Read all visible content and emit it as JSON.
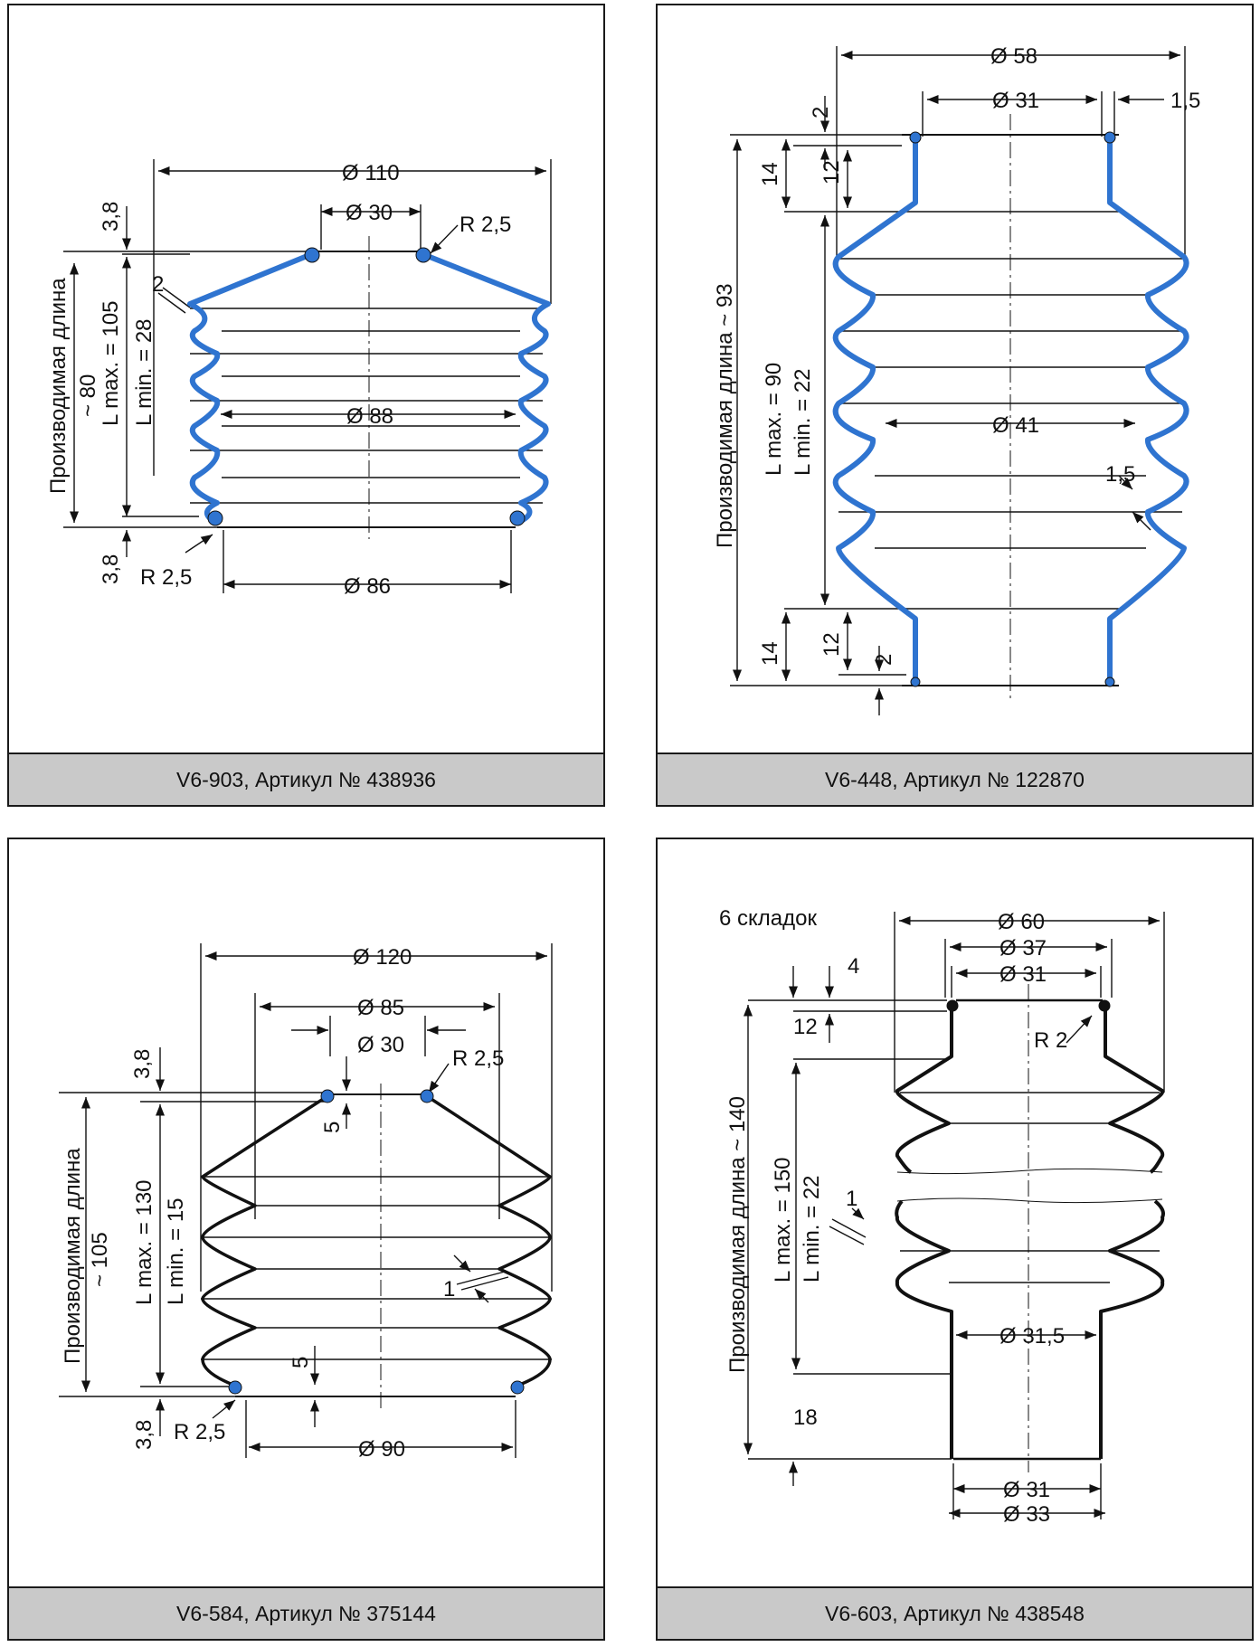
{
  "colors": {
    "bellows_blue": "#2f74d0",
    "bellows_black": "#111111",
    "caption_bg": "#c9c9c9"
  },
  "panels": [
    {
      "caption": "V6-903, Артикул № 438936",
      "labels": {
        "d_outer": "Ø 110",
        "d_top": "Ø 30",
        "r_top": "R 2,5",
        "wall": "2",
        "d_inner": "Ø 88",
        "d_bottom": "Ø 86",
        "r_bottom": "R 2,5",
        "gap_top": "3,8",
        "gap_bottom": "3,8",
        "stroke_len": "Производимая длина",
        "stroke_val": "~ 80",
        "lmax": "L max. = 105",
        "lmin": "L min. = 28"
      }
    },
    {
      "caption": "V6-448, Артикул № 122870",
      "labels": {
        "d_outer": "Ø 58",
        "d_top": "Ø 31",
        "wall_top": "1,5",
        "gap_top": "2",
        "h_top": "14",
        "h_top_inner": "12",
        "stroke_len": "Производимая длина ~ 93",
        "lmax": "L max. = 90",
        "lmin": "L min. = 22",
        "d_inner": "Ø 41",
        "wall": "1,5",
        "h_bot": "14",
        "h_bot_inner": "12",
        "gap_bot": "2"
      }
    },
    {
      "caption": "V6-584, Артикул № 375144",
      "labels": {
        "d_outer": "Ø 120",
        "d_mid": "Ø 85",
        "d_top": "Ø 30",
        "r_top": "R 2,5",
        "gap_top": "3,8",
        "fold_top": "5",
        "wall": "1",
        "fold_bot": "5",
        "stroke_len": "Производимая длина",
        "stroke_val": "~ 105",
        "lmax": "L max. = 130",
        "lmin": "L min. = 15",
        "gap_bottom": "3,8",
        "r_bottom": "R 2,5",
        "d_bottom": "Ø 90"
      }
    },
    {
      "caption": "V6-603, Артикул № 438548",
      "labels": {
        "folds": "6 складок",
        "d_outer": "Ø 60",
        "d_mid": "Ø 37",
        "d_top": "Ø 31",
        "gap_top": "4",
        "h_top": "12",
        "r_top": "R 2",
        "stroke_len": "Производимая длина ~ 140",
        "lmax": "L max. = 150",
        "lmin": "L min. =  22",
        "wall": "1",
        "d_inner": "Ø 31,5",
        "h_bot": "18",
        "d_bot_in": "Ø 31",
        "d_bot_out": "Ø 33"
      }
    }
  ]
}
